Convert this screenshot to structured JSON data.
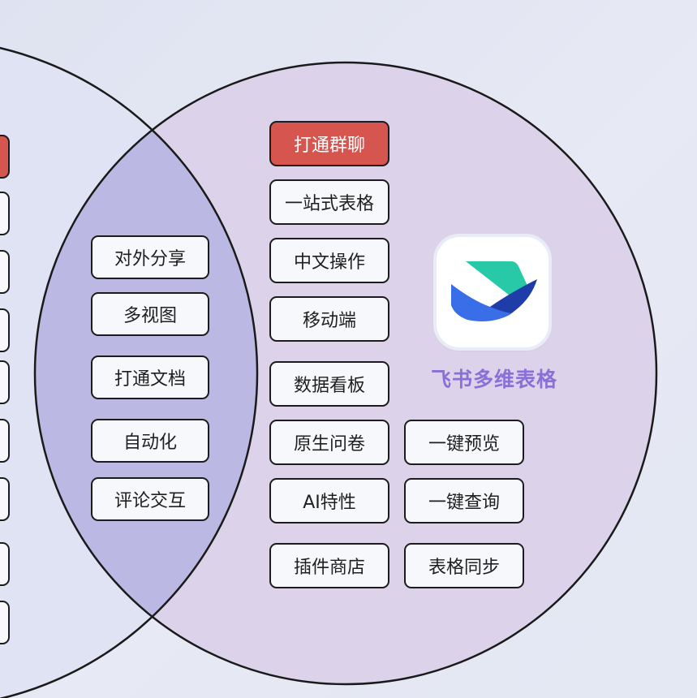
{
  "colors": {
    "highlight_box": "#d6554f",
    "left_circle_fill": "#dfe3f3",
    "right_circle_fill": "#dcd3ea",
    "overlap_fill": "#bbb8e3",
    "brand_text": "#8a6fd6",
    "logo_teal": "#27c9a6",
    "logo_blue": "#3a6ee8",
    "logo_navy": "#1f3da8"
  },
  "left_circle": {
    "items": [
      "",
      "",
      "",
      "",
      "",
      "",
      "",
      "",
      ""
    ]
  },
  "overlap": {
    "items": [
      "对外分享",
      "多视图",
      "打通文档",
      "自动化",
      "评论交互"
    ]
  },
  "right_circle": {
    "column1": [
      "打通群聊",
      "一站式表格",
      "中文操作",
      "移动端",
      "数据看板",
      "原生问卷",
      "AI特性",
      "插件商店"
    ],
    "column2": [
      "一键预览",
      "一键查询",
      "表格同步"
    ],
    "logo_icon": "feishu-bird-icon",
    "brand_name": "飞书多维表格"
  }
}
